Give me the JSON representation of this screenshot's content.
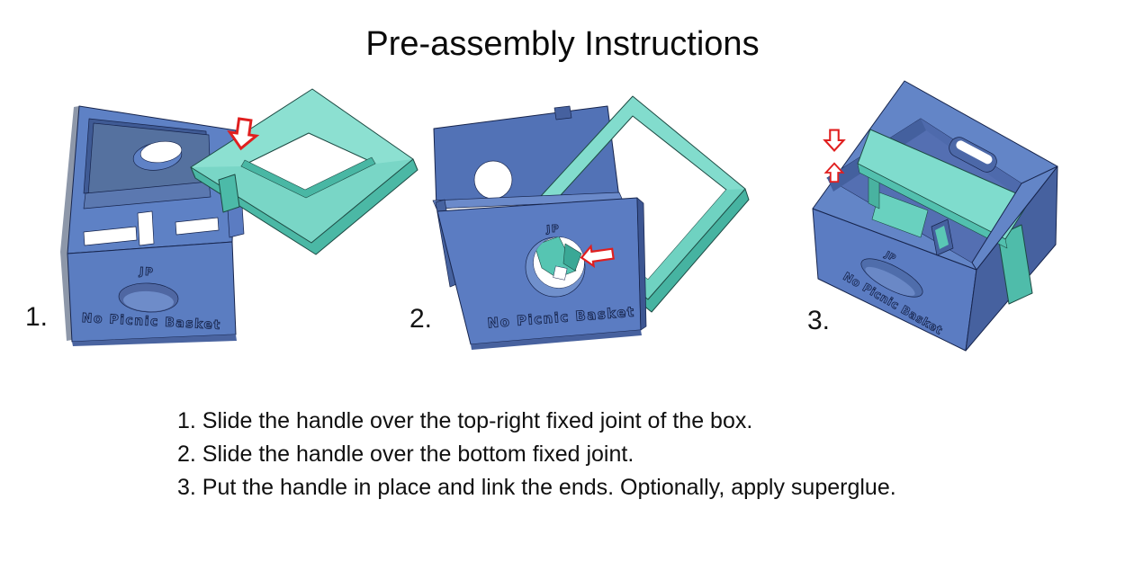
{
  "title": "Pre-assembly Instructions",
  "figures": [
    {
      "label": "1.",
      "brand": "No Picnic Basket",
      "logo": "JP",
      "arrow": "down"
    },
    {
      "label": "2.",
      "brand": "No Picnic Basket",
      "logo": "JP",
      "arrow": "left"
    },
    {
      "label": "3.",
      "brand": "No Picnic Basket",
      "logo": "JP",
      "arrow": "down-up"
    }
  ],
  "instructions": [
    "1. Slide the handle over the top-right fixed joint of the box.",
    "2. Slide the handle over the bottom fixed joint.",
    "3. Put the handle in place and link the ends. Optionally, apply superglue."
  ],
  "colors": {
    "box_blue": "#5b7cc2",
    "box_blue_light": "#6385c7",
    "box_blue_dark": "#46619f",
    "handle_teal_light": "#8ce0d1",
    "handle_teal": "#5ecbb8",
    "handle_teal_dark": "#3fb2a2",
    "arrow_red": "#e01f1f",
    "background": "#ffffff",
    "text": "#111111"
  }
}
